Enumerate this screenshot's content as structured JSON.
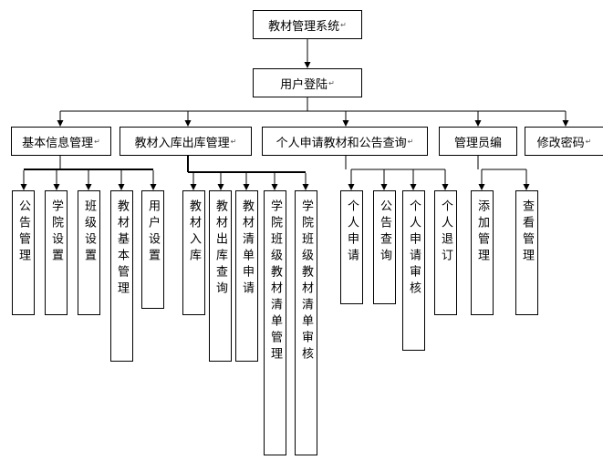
{
  "root": {
    "label": "教材管理系统"
  },
  "login": {
    "label": "用户登陆"
  },
  "level1": [
    {
      "label": "基本信息管理"
    },
    {
      "label": "教材入库出库管理"
    },
    {
      "label": "个人申请教材和公告查询"
    },
    {
      "label": "管理员编"
    },
    {
      "label": "修改密码"
    }
  ],
  "leaves": {
    "basic_info": [
      "公告管理",
      "学院设置",
      "班级设置",
      "教材基本管理",
      "用户设置"
    ],
    "stock": [
      "教材入库",
      "教材出库查询",
      "教材清单申请",
      "学院班级教材清单管理",
      "学院班级教材清单审核"
    ],
    "personal": [
      "个人申请",
      "公告查询",
      "个人申请审核",
      "个人退订"
    ],
    "admin": [
      "添加管理",
      "查看管理"
    ]
  },
  "para_mark": "↵"
}
